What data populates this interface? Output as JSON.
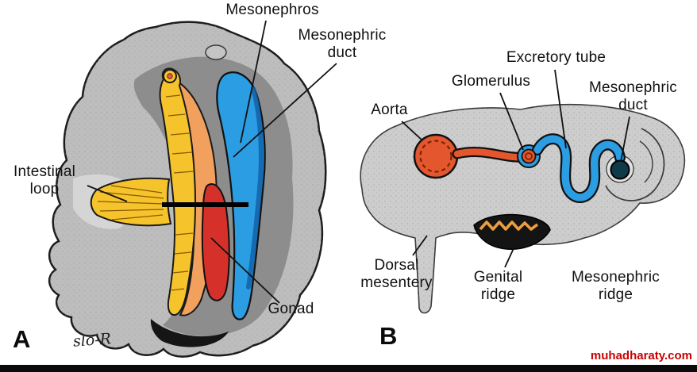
{
  "panels": {
    "a": {
      "letter": "A",
      "signature": "slo-R",
      "labels": {
        "mesonephros": "Mesonephros",
        "mesonephric_duct": "Mesonephric\nduct",
        "intestinal_loop": "Intestinal\nloop",
        "gonad": "Gonad"
      }
    },
    "b": {
      "letter": "B",
      "labels": {
        "excretory_tube": "Excretory tube",
        "glomerulus": "Glomerulus",
        "mesonephric_duct": "Mesonephric\nduct",
        "aorta": "Aorta",
        "dorsal_mesentery": "Dorsal\nmesentery",
        "genital_ridge": "Genital\nridge",
        "mesonephric_ridge": "Mesonephric\nridge"
      }
    }
  },
  "watermark": {
    "text": "muhadharaty.com"
  },
  "colors": {
    "body_gray": "#bdbdbd",
    "inner_gray": "#8d8d8d",
    "blob_gray": "#cdcdcd",
    "yellow": "#f5c32c",
    "orange": "#f2a05e",
    "blue": "#2b9de2",
    "red": "#d5312a",
    "aorta_orange": "#e4572e",
    "ridge_orange": "#eb9d3f",
    "duct_dark": "#0f3a49",
    "watermark_red": "#cc0000"
  }
}
